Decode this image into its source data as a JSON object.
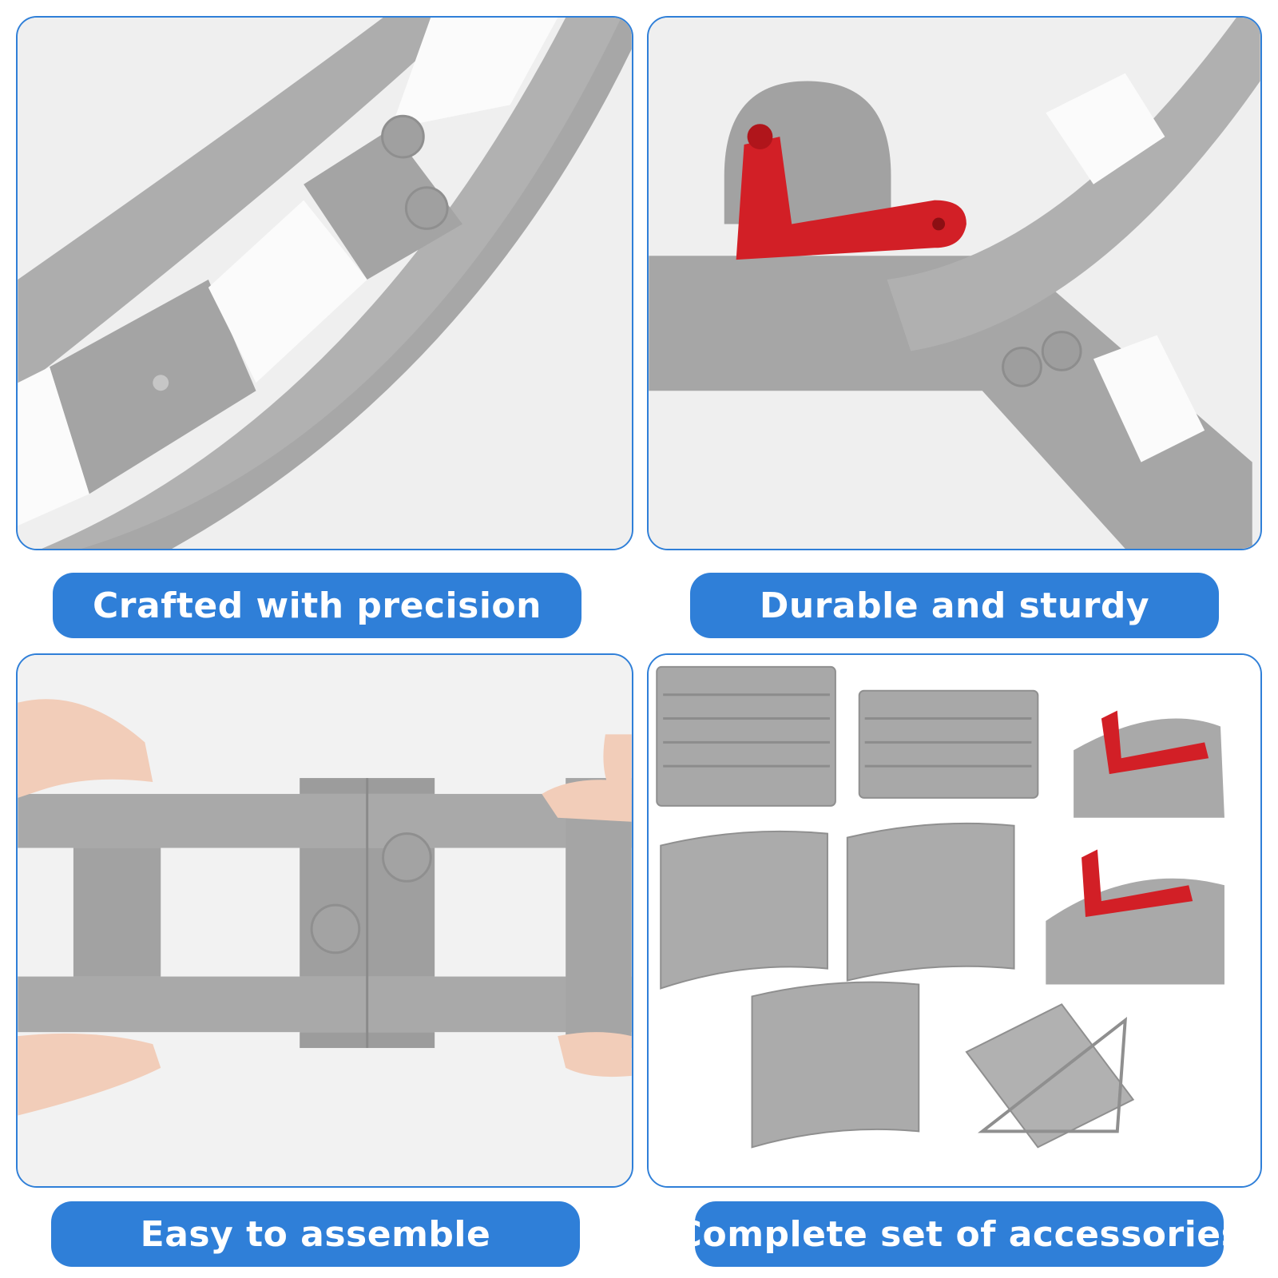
{
  "captions": {
    "top_left": "Crafted with precision",
    "top_right": "Durable and sturdy",
    "bottom_left": "Easy to assemble",
    "bottom_right": "Complete set of accessories"
  },
  "colors": {
    "accent": "#2f7fd8",
    "track_gray": "#a9a9a9",
    "track_dark": "#8f8f8f",
    "switch_red": "#d21f26",
    "skin": "#f2cdb9"
  }
}
